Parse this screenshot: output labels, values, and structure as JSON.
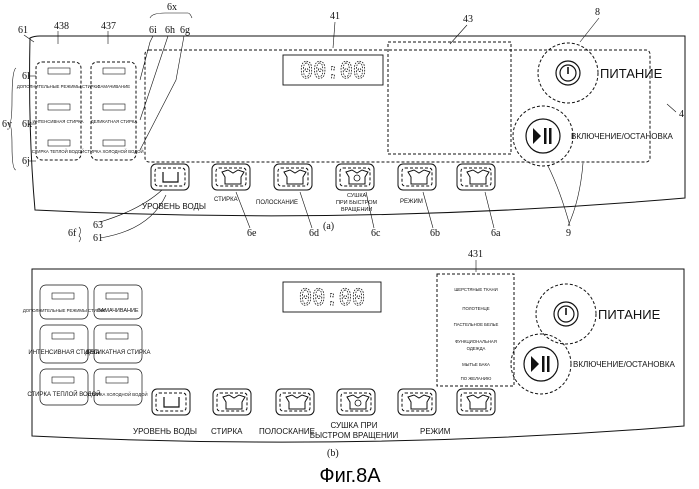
{
  "refs": {
    "r438": "438",
    "r437": "437",
    "r6x": "6x",
    "r61_top": "61",
    "r6i": "6i",
    "r6h": "6h",
    "r6g": "6g",
    "r41": "41",
    "r43": "43",
    "r8": "8",
    "r4": "4",
    "r6y": "6y",
    "r6l": "6l",
    "r6k": "6k",
    "r6j": "6j",
    "r9": "9",
    "r63": "63",
    "r6f": "6f",
    "r61_bot": "61",
    "r6e": "6e",
    "r6d": "6d",
    "r6c": "6c",
    "r6b": "6b",
    "r6a": "6a",
    "r431": "431"
  },
  "panel_a": {
    "display": "00:00",
    "power_label": "ПИТАНИЕ",
    "start_label": "ВКЛЮЧЕНИЕ/ОСТАНОВКА",
    "left_options": [
      "ДОПОЛНИТЕЛЬНЫЕ РЕЖИМЫ СТИРКИ",
      "ИНТЕНСИВНАЯ СТИРКА",
      "СТИРКА ТЕПЛОЙ ВОДОЙ"
    ],
    "right_options": [
      "ЗАМАЧИВАНИЕ",
      "ДЕЛИКАТНАЯ СТИРКА",
      "СТИРКА ХОЛОДНОЙ ВОДОЙ"
    ],
    "buttons": [
      "УРОВЕНЬ ВОДЫ",
      "СТИРКА",
      "ПОЛОСКАНИЕ",
      "СУШКА ПРИ БЫСТРОМ ВРАЩЕНИИ",
      "РЕЖИМ"
    ],
    "button_dry_lines": [
      "СУШКА",
      "ПРИ БЫСТРОМ",
      "ВРАЩЕНИИ"
    ],
    "sublabel": "(a)"
  },
  "panel_b": {
    "display": "00:00",
    "power_label": "ПИТАНИЕ",
    "start_label": "ВКЛЮЧЕНИЕ/ОСТАНОВКА",
    "left_options": [
      "ДОПОЛНИТЕЛЬНЫЕ РЕЖИМЫ СТИРКИ",
      "ИНТЕНСИВНАЯ СТИРКА",
      "СТИРКА ТЕПЛОЙ ВОДОЙ"
    ],
    "right_options": [
      "ЗАМАЧИВАНИЕ",
      "ДЕЛИКАТНАЯ СТИРКА",
      "СТИРКА ХОЛОДНОЙ ВОДОЙ"
    ],
    "buttons": [
      "УРОВЕНЬ ВОДЫ",
      "СТИРКА",
      "ПОЛОСКАНИЕ",
      "СУШКА ПРИ БЫСТРОМ ВРАЩЕНИИ",
      "РЕЖИМ"
    ],
    "dry_lines": [
      "СУШКА ПРИ",
      "БЫСТРОМ ВРАЩЕНИИ"
    ],
    "modes": [
      "ШЕРСТЯНЫЕ ТКАНИ",
      "ПОЛОТЕНЦЕ",
      "ПАСТЕЛЬНОЕ БЕЛЬЕ",
      "ФУНКЦИОНАЛЬНАЯ ОДЕЖДА",
      "МЫТЬЕ БАКА",
      "ПО ЖЕЛАНИЮ"
    ],
    "modes_lines": [
      [
        "ШЕРСТЯНЫЕ ТКАНИ"
      ],
      [
        "ПОЛОТЕНЦЕ"
      ],
      [
        "ПАСТЕЛЬНОЕ БЕЛЬЕ"
      ],
      [
        "ФУНКЦИОНАЛЬНАЯ",
        "ОДЕЖДА"
      ],
      [
        "МЫТЬЕ БАКА"
      ],
      [
        "ПО ЖЕЛАНИЮ"
      ]
    ],
    "sublabel": "(b)"
  },
  "caption": "Фиг.8A"
}
